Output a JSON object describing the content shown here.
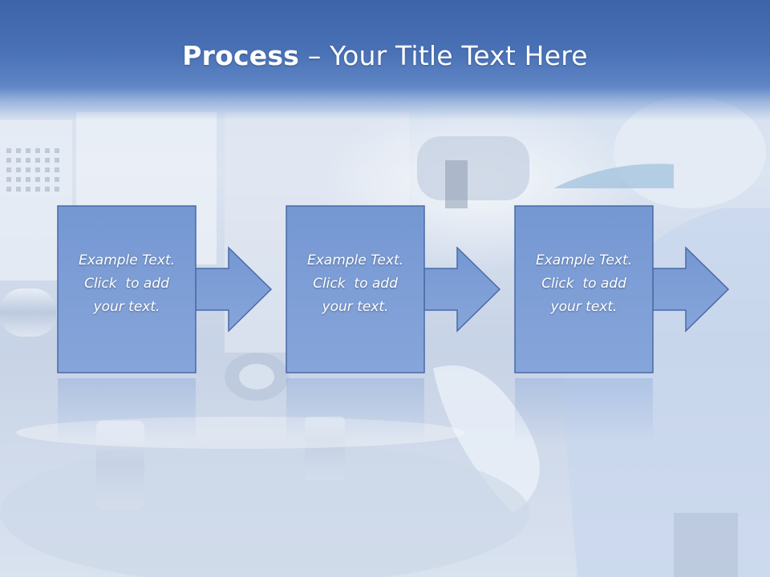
{
  "slide": {
    "title_bold": "Process",
    "title_rest": " – Your Title Text Here"
  },
  "steps": [
    {
      "line1": "Example Text.",
      "line2": "Click  to add",
      "line3": "your text."
    },
    {
      "line1": "Example Text.",
      "line2": "Click  to add",
      "line3": "your text."
    },
    {
      "line1": "Example Text.",
      "line2": "Click  to add",
      "line3": "your text."
    }
  ],
  "colors": {
    "title_band": "#4a72b6",
    "box_fill": "#7f9fd6",
    "box_border": "#4a6aa6",
    "text": "#ffffff"
  },
  "icons": [
    "arrow-right-icon"
  ]
}
